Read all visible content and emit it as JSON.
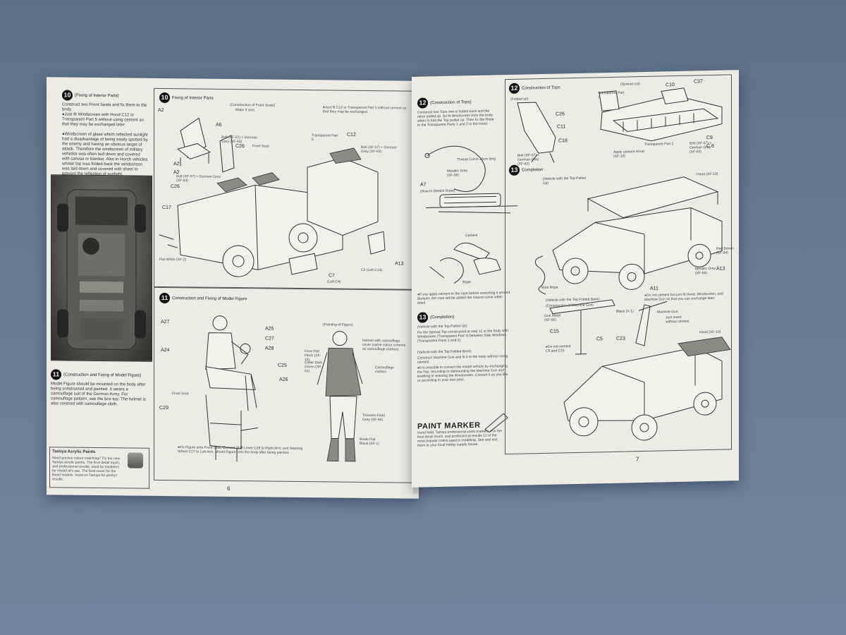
{
  "left_page": {
    "step10_small": {
      "num": "10",
      "title": "(Fixing of Interior Parts)",
      "body": "Construct two Front Seats and fix them to the body.\n●Just fit Windscreen with Hood C12 or Transparent Part 5 without using cement so that they may be exchanged later.\n\n●Windscreen of glass which reflected sunlight had a disadvantage of being easily spotted by the enemy and having an obvious target of attack. Therefore the windscreen of military vehicles was often laid down and covered with canvas or blanket. Also in Horch vehicles whose top was folded back the windscreen was laid down and covered with sheet to prevent the reflection of sunlight."
    },
    "step10": {
      "num": "10",
      "title": "Fixing of Interior Parts",
      "sub": "(Construction of Front Seats)",
      "make": "Make 2 sets.",
      "note": "●Just fit C12 or Transparent Part 5 without cement so that they may be exchanged."
    },
    "step10_labels": [
      "A2",
      "A6",
      "A2",
      "A2",
      "C26",
      "C26",
      "Front Seat",
      "C17",
      "Transparent Part 5",
      "C12",
      "C7",
      "(Left C4)",
      "C2 (Left C14)",
      "A13",
      "Flat White (XF-2)",
      "Bolt (XF-57) + German Grey (XF-63)",
      "Bolt (XF-57) + German Grey (XF-63)",
      "Bolt (XF-57) + German Grey (XF-63)"
    ],
    "step11": {
      "num": "11",
      "title": "Construction and Fixing of Model Figure",
      "painting": "(Painting of Figure)",
      "note": "●Fix Figure onto Front Seat. Cement Shift Lever C28 to Right Arm, and Steering Wheel C27 to Left Arm. Mount Figure onto the body after being painted."
    },
    "step11_labels": [
      "A27",
      "A25",
      "C27",
      "A28",
      "A24",
      "C25",
      "A26",
      "Front Seat",
      "C29"
    ],
    "figure_paint": [
      "Helmet with camouflage cover (same colour scheme as camouflage clothes)",
      "Face Flat Flesh (XF-15)",
      "Collar Dark Green (XF-61)",
      "Camouflage clothes",
      "Trousers Field Grey (XF-65)",
      "Boots Flat Black (XF-1)"
    ],
    "step11_small": {
      "num": "11",
      "title": "(Construction and Fixing of Model Figure)",
      "body": "Model Figure should be mounted on the body after being constructed and painted. It wears a camouflage suit of the German Army. For camouflage pattern, see the box top. The helmet is also covered with camouflage cloth."
    },
    "paint_box": {
      "title": "Tamiya Acrylic Paints",
      "body": "Need precise colour matching? Try the new Tamiya acrylic paints. The final detail touch, and professional results, used by modelers for model at's use. The final cover for the finest models. Insist on Tamiya for perfect results."
    },
    "page_number": "6"
  },
  "right_page": {
    "step12_small": {
      "num": "12",
      "title": "(Construction of Tops)",
      "body": "Construct two Tops one is folded back and the other pulled up. So fit Windscreen from the body when to fold the Top pulled up. Then fix the Rope to the Transparent Parts 1 and 2 to the Hood."
    },
    "rope_labels": [
      "Metallic Grey (XF-56)",
      "Thread Cut to 19cm long",
      "A7"
    ],
    "how_to": "(How to Stretch Rope)",
    "rope_labels2": [
      "Cement",
      "Rope"
    ],
    "rope_note": "●If you apply cement to the rope before stretching it around Bumper, the rope will be added the natural curve when dried.",
    "step13_small": {
      "num": "13",
      "title": "(Completion)",
      "vehicle_up": "(Vehicle with the Top Pulled Up)",
      "body_up": "Fix the Spread Top constructed at step 12 to the body with Windscreen (Transparent Part 3) between Side Windows (Transparent Parts 1 and 2).",
      "vehicle_back": "(Vehicle with the Top Folded Back)",
      "body_back": "Construct Machine Gun and fit it to the body without using cement.",
      "body_convert": "●It is possible to convert the model vehicle by exchanging the Top, mounting or dismounting the Machine Gun and levelling or erecting the Windscreen. Convert it as you like or according to your own plan."
    },
    "paint_marker": {
      "title": "PAINT MARKER",
      "body": "Hand held, Tamiya professional paint markers. For the final detail touch, and professional results 12 of the most popular colors used in modeling. See and test them at your local hobby supply house."
    },
    "step12": {
      "num": "12",
      "title": "Construction of Tops",
      "folded": "(Folded up)",
      "spread": "(Spread out)"
    },
    "step12_labels": [
      "C26",
      "C11",
      "C18",
      "C10",
      "C37",
      "Transparent Part 1",
      "Transparent Part 2",
      "Apply cement Hood (XF-10)",
      "Bolt (XF-57) + German Grey (XF-63)",
      "Bolt (XF-57) + German Grey (XF-63)",
      "C9",
      "C 8"
    ],
    "step13": {
      "num": "13",
      "title": "Completion",
      "sub": "(Vehicle with the Top Pulled Up)"
    },
    "step13_labels": [
      "Hood (XF-10)",
      "Wire Rope",
      "Metallic Grey (XF-56)",
      "Red Brown (XF-64)",
      "A13",
      "A11"
    ],
    "step13b": {
      "title": "(Vehicle with the Top Folded Back)",
      "sub": "(Construction of Machine Gun)",
      "note": "●Do not cement but just fit Hood, Windscreen, and Machine Gun so that you can exchange later.",
      "mg": "Machine Gun",
      "mg_note": "Just insert without cement",
      "hood": "Hood (XF-10)",
      "nocement": "●Do not cement C5 and C15"
    },
    "step13b_labels": [
      "Gun Metal (XF-56)",
      "Black (X-1)",
      "C15",
      "C5",
      "C23"
    ],
    "page_number": "7"
  }
}
